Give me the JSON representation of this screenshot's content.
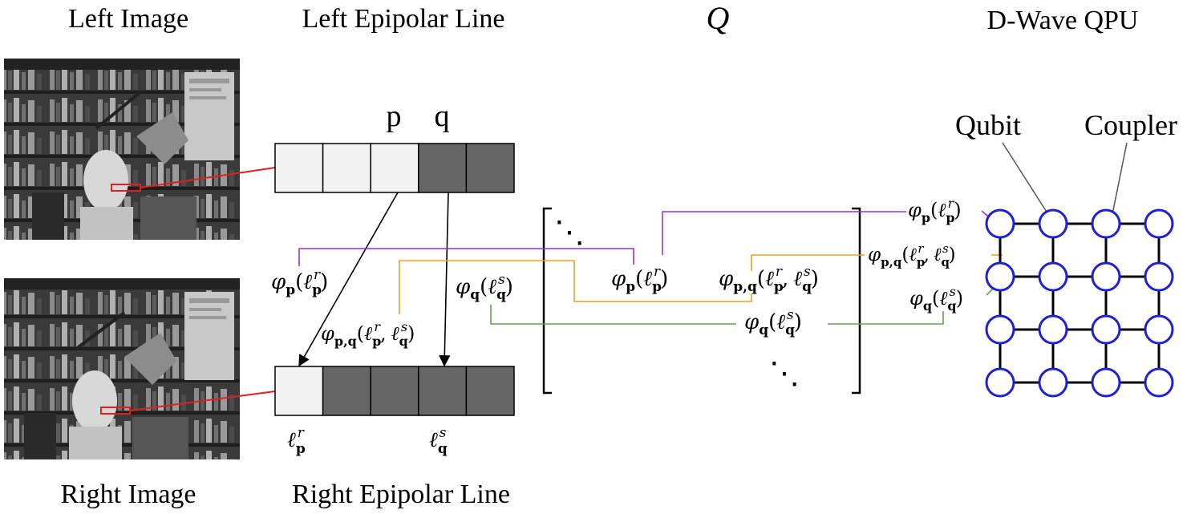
{
  "titles": {
    "left_image": "Left Image",
    "left_epipolar": "Left Epipolar Line",
    "q_matrix": "Q",
    "dwave": "D-Wave QPU",
    "right_image": "Right Image",
    "right_epipolar": "Right Epipolar Line"
  },
  "pixel_labels": {
    "p": "p",
    "q": "q"
  },
  "qpu_labels": {
    "qubit": "Qubit",
    "coupler": "Coupler"
  },
  "math": {
    "phi": "φ",
    "ell": "ℓ",
    "sub_p": "p",
    "sub_q": "q",
    "sub_pq": "p,q",
    "sup_r": "r",
    "sup_s": "s",
    "comma": ",",
    "lparen": "(",
    "rparen": ")",
    "dots": "⋱"
  },
  "colors": {
    "purple": "#9b30d9",
    "orange": "#f0a020",
    "green": "#5aa845",
    "red": "#e02020",
    "qubit_blue": "#1f1fd6",
    "cell_light": "#f2f2f2",
    "cell_dark": "#666666"
  },
  "left_line_cells": [
    "light",
    "light",
    "light",
    "dark",
    "dark"
  ],
  "right_line_cells": [
    "light",
    "dark",
    "dark",
    "dark",
    "dark"
  ],
  "qpu_grid": {
    "rows": 4,
    "cols": 4
  }
}
